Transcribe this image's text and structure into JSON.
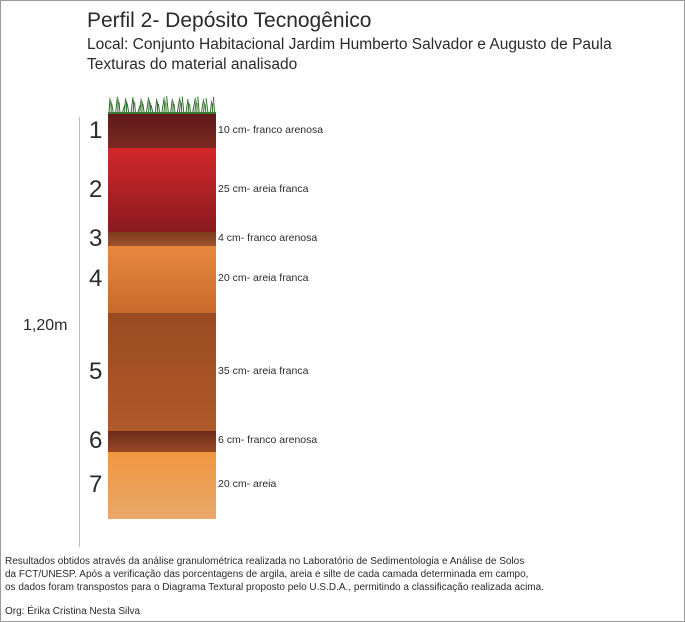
{
  "header": {
    "title": "Perfil 2- Depósito Tecnogênico",
    "local": "Local: Conjunto Habitacional Jardim Humberto Salvador e Augusto de Paula",
    "textures": "Texturas do material analisado"
  },
  "profile": {
    "total_depth": "1,20m",
    "layers": [
      {
        "num": "1",
        "label": "10 cm-  franco arenosa",
        "thickness_cm": 10,
        "color_top": "#5e1a1a",
        "color_bottom": "#7c2a22"
      },
      {
        "num": "2",
        "label": "25 cm- areia franca",
        "thickness_cm": 25,
        "color_top": "#d3282a",
        "color_bottom": "#8a1a20"
      },
      {
        "num": "3",
        "label": "4 cm- franco arenosa",
        "thickness_cm": 4,
        "color_top": "#7a3a1c",
        "color_bottom": "#a0542c"
      },
      {
        "num": "4",
        "label": "20 cm- areia franca",
        "thickness_cm": 20,
        "color_top": "#e98840",
        "color_bottom": "#c66a2c"
      },
      {
        "num": "5",
        "label": "35 cm- areia franca",
        "thickness_cm": 35,
        "color_top": "#9a4a22",
        "color_bottom": "#b05a2a"
      },
      {
        "num": "6",
        "label": "6 cm- franco arenosa",
        "thickness_cm": 6,
        "color_top": "#6a2a18",
        "color_bottom": "#9a4a24"
      },
      {
        "num": "7",
        "label": "20 cm- areia",
        "thickness_cm": 20,
        "color_top": "#f09640",
        "color_bottom": "#e8a86a"
      }
    ]
  },
  "footer": {
    "line1": "Resultados obtidos através da análise granulométrica realizada no Laboratório de Sedimentologia e Análise de Solos",
    "line2": "da FCT/UNESP. Após a verificação das porcentagens de argila, areia e silte de cada camada determinada em campo,",
    "line3": "os dados foram transpostos para o Diagrama Textural proposto pelo U.S.D.A., permitindo a classificação realizada acima.",
    "credit": "Org: Érika Cristina Nesta Silva"
  }
}
